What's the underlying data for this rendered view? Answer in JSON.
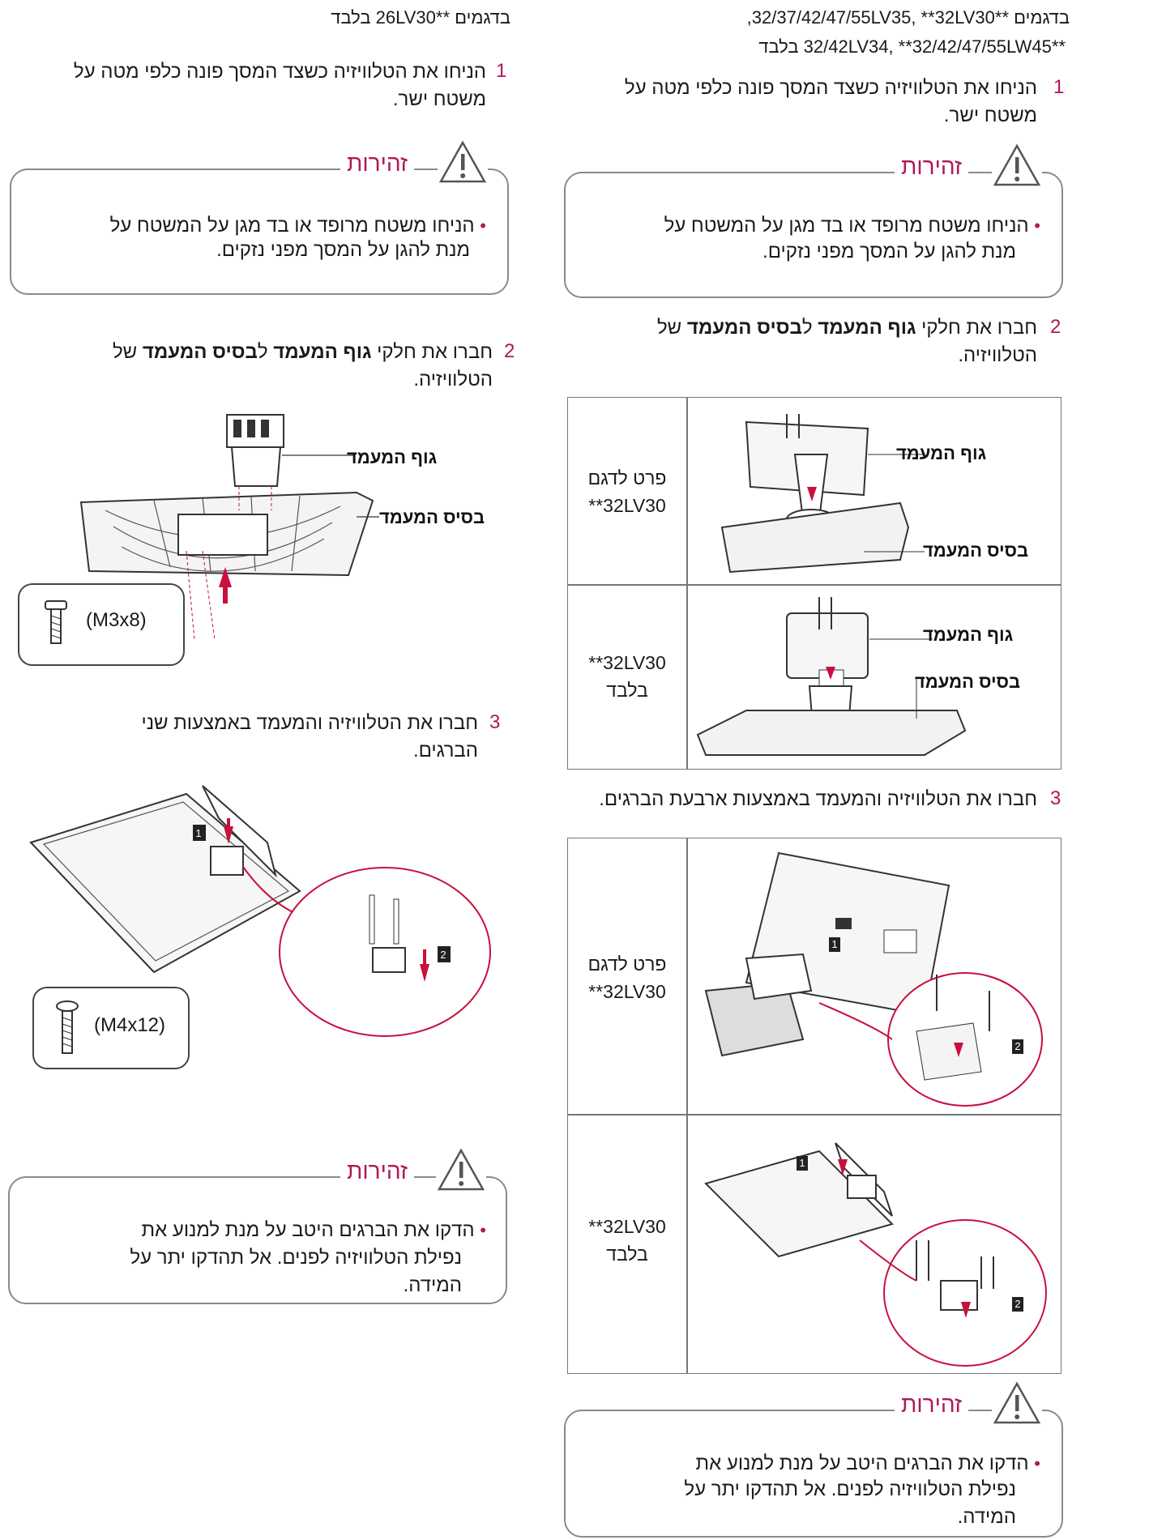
{
  "left": {
    "header": "בדגמים **26LV30 בלבד",
    "step1": {
      "num": "1",
      "text": "הניחו את הטלוויזיה כשצד המסך פונה כלפי מטה על משטח ישר."
    },
    "caution1": {
      "title": "זהירות",
      "line1": "הניחו משטח מרופד או בד מגן על המשטח על",
      "line2": "מנת להגן על המסך מפני נזקים."
    },
    "step2": {
      "num": "2",
      "pre": "חברו את חלקי ",
      "b1": "גוף המעמד",
      "mid": " ל",
      "b2": "בסיס המעמד",
      "post": " של הטלוויזיה."
    },
    "labels": {
      "stand_body": "גוף המעמד",
      "stand_base": "בסיס המעמד"
    },
    "screw1": "(M3x8)",
    "step3": {
      "num": "3",
      "text": "חברו את הטלוויזיה והמעמד באמצעות שני הברגים."
    },
    "screw2": "(M4x12)",
    "caution2": {
      "title": "זהירות",
      "line1": "הדקו את הברגים היטב על מנת למנוע את",
      "line2": "נפילת הטלוויזיה לפנים. אל תהדקו יתר על",
      "line3": "המידה."
    }
  },
  "right": {
    "header_line1": "בדגמים **32/37/42/47/55LV35, **32LV30,",
    "header_line2": "**32/42LV34, **32/42/47/55LW45 בלבד",
    "step1": {
      "num": "1",
      "text": "הניחו את הטלוויזיה כשצד המסך פונה כלפי מטה על משטח ישר."
    },
    "caution1": {
      "title": "זהירות",
      "line1": "הניחו משטח מרופד או בד מגן על המשטח על",
      "line2": "מנת להגן על המסך מפני נזקים."
    },
    "step2": {
      "num": "2",
      "pre": "חברו את חלקי ",
      "b1": "גוף המעמד",
      "mid": " ל",
      "b2": "בסיס המעמד",
      "post": " של הטלוויזיה."
    },
    "table1": [
      {
        "line1": "פרט לדגם",
        "line2": "**32LV30",
        "stand_body": "גוף המעמד",
        "stand_base": "בסיס המעמד"
      },
      {
        "line1": "**32LV30",
        "line2": "בלבד",
        "stand_body": "גוף המעמד",
        "stand_base": "בסיס המעמד"
      }
    ],
    "step3": {
      "num": "3",
      "text": "חברו את הטלוויזיה והמעמד באמצעות ארבעת הברגים."
    },
    "table2": [
      {
        "line1": "פרט לדגם",
        "line2": "**32LV30"
      },
      {
        "line1": "**32LV30",
        "line2": "בלבד"
      }
    ],
    "caution2": {
      "title": "זהירות",
      "line1": "הדקו את הברגים היטב על מנת למנוע את",
      "line2": "נפילת הטלוויזיה לפנים. אל תהדקו יתר על",
      "line3": "המידה."
    }
  },
  "badges": {
    "one": "1",
    "two": "2"
  },
  "colors": {
    "accent": "#b0175a",
    "border": "#8a8a8a",
    "arrow": "#c8103c"
  }
}
